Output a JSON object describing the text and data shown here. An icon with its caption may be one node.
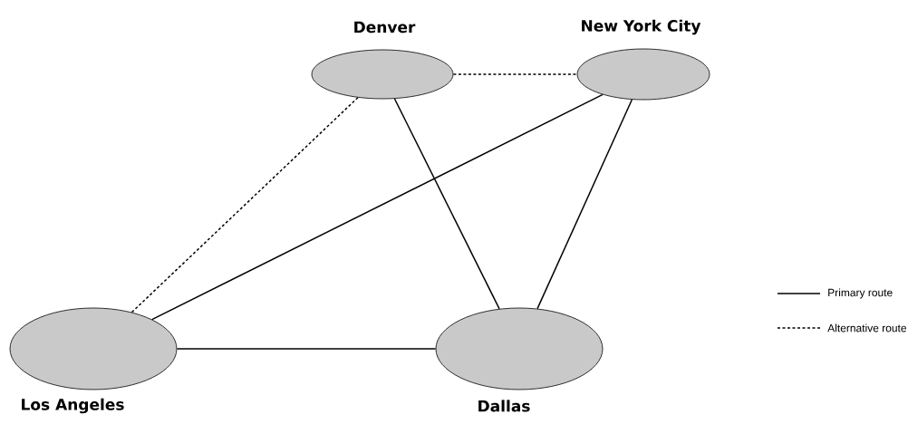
{
  "diagram": {
    "nodes": [
      {
        "text": [
          "Denver"
        ]
      },
      {
        "text": [
          "New York City"
        ]
      },
      {
        "text": [
          "Los Angeles"
        ]
      },
      {
        "text": [
          "Dallas"
        ]
      }
    ],
    "edges": [
      {
        "from": 0,
        "to": 1,
        "arrow": "none",
        "style": "dashed"
      },
      {
        "from": 0,
        "to": 2,
        "arrow": "none",
        "style": "dashed"
      },
      {
        "from": 0,
        "to": 3,
        "arrow": "none"
      },
      {
        "from": 1,
        "to": 2,
        "arrow": "none"
      },
      {
        "from": 1,
        "to": 3,
        "arrow": "none"
      },
      {
        "from": 2,
        "to": 3,
        "arrow": "none"
      }
    ],
    "legend": [
      {
        "text": "Primary route"
      },
      {
        "text": "Alternative route"
      }
    ]
  }
}
